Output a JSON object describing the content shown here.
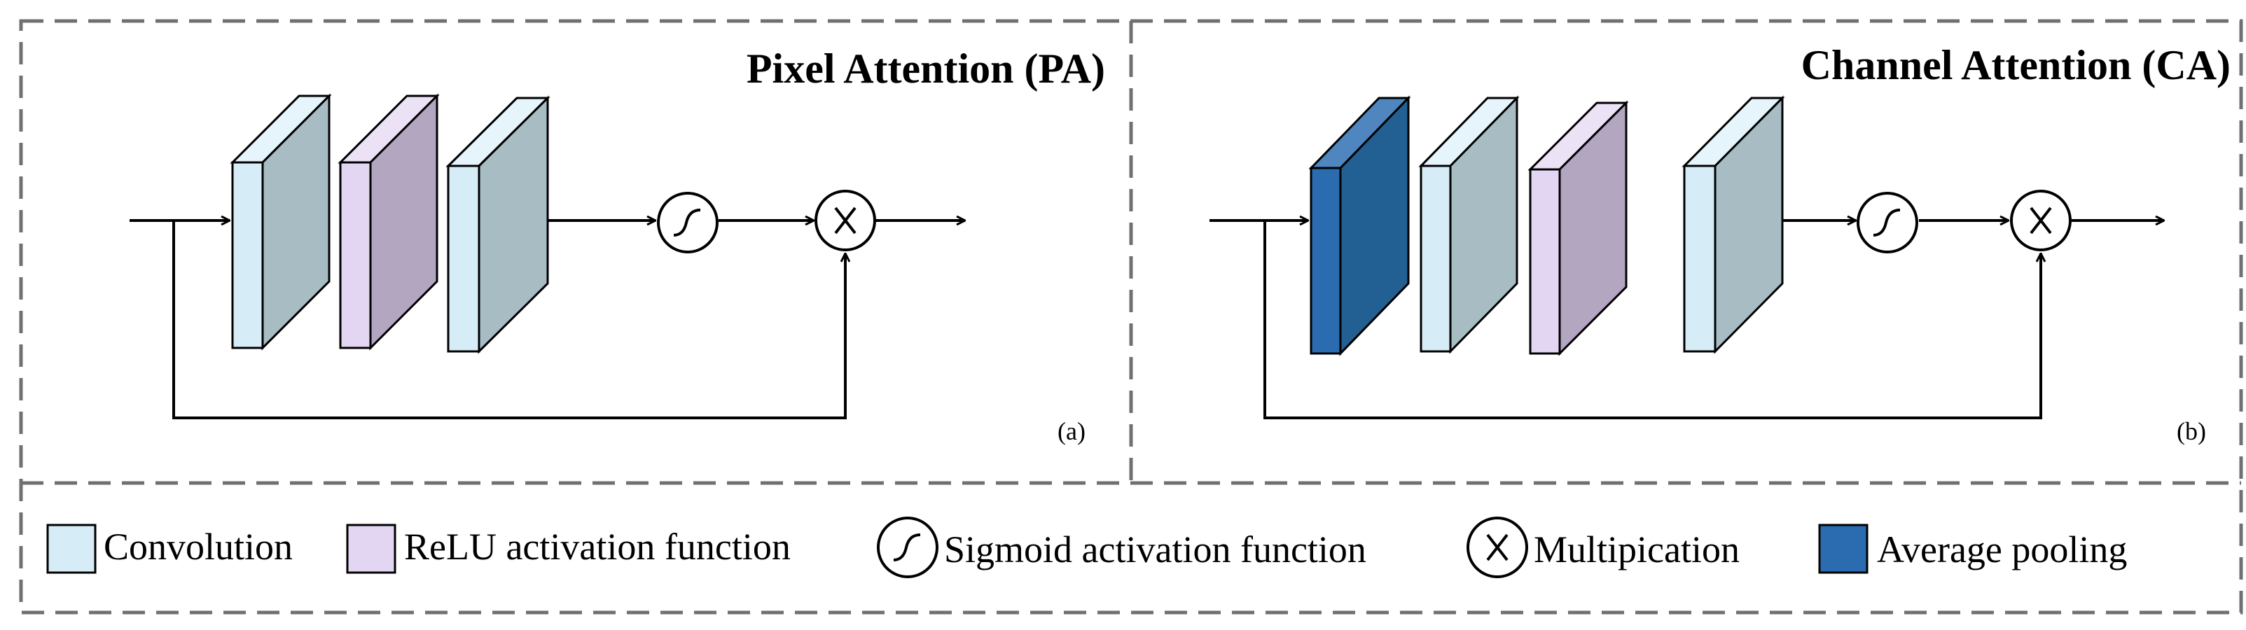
{
  "panels": [
    {
      "title": "Pixel Attention (PA)",
      "sublabel": "(a)",
      "blocks": [
        "convolution",
        "relu",
        "convolution"
      ]
    },
    {
      "title": "Channel Attention (CA)",
      "sublabel": "(b)",
      "blocks": [
        "avgpool",
        "convolution",
        "relu",
        "convolution"
      ]
    }
  ],
  "legend": {
    "convolution": "Convolution",
    "relu": "ReLU activation function",
    "sigmoid": "Sigmoid  activation function",
    "multiplication": "Multipication",
    "avgpool": "Average pooling"
  },
  "colors": {
    "conv_front": "#d6ecf7",
    "conv_side": "#a8bcc4",
    "conv_top": "#e6f4fb",
    "relu_front": "#e3d6f2",
    "relu_side": "#b3a6c0",
    "relu_top": "#ebe2f6",
    "pool_front": "#2b6bb0",
    "pool_side": "#225f92",
    "pool_top": "#4f86bf",
    "border": "#707070",
    "line": "#000000"
  }
}
